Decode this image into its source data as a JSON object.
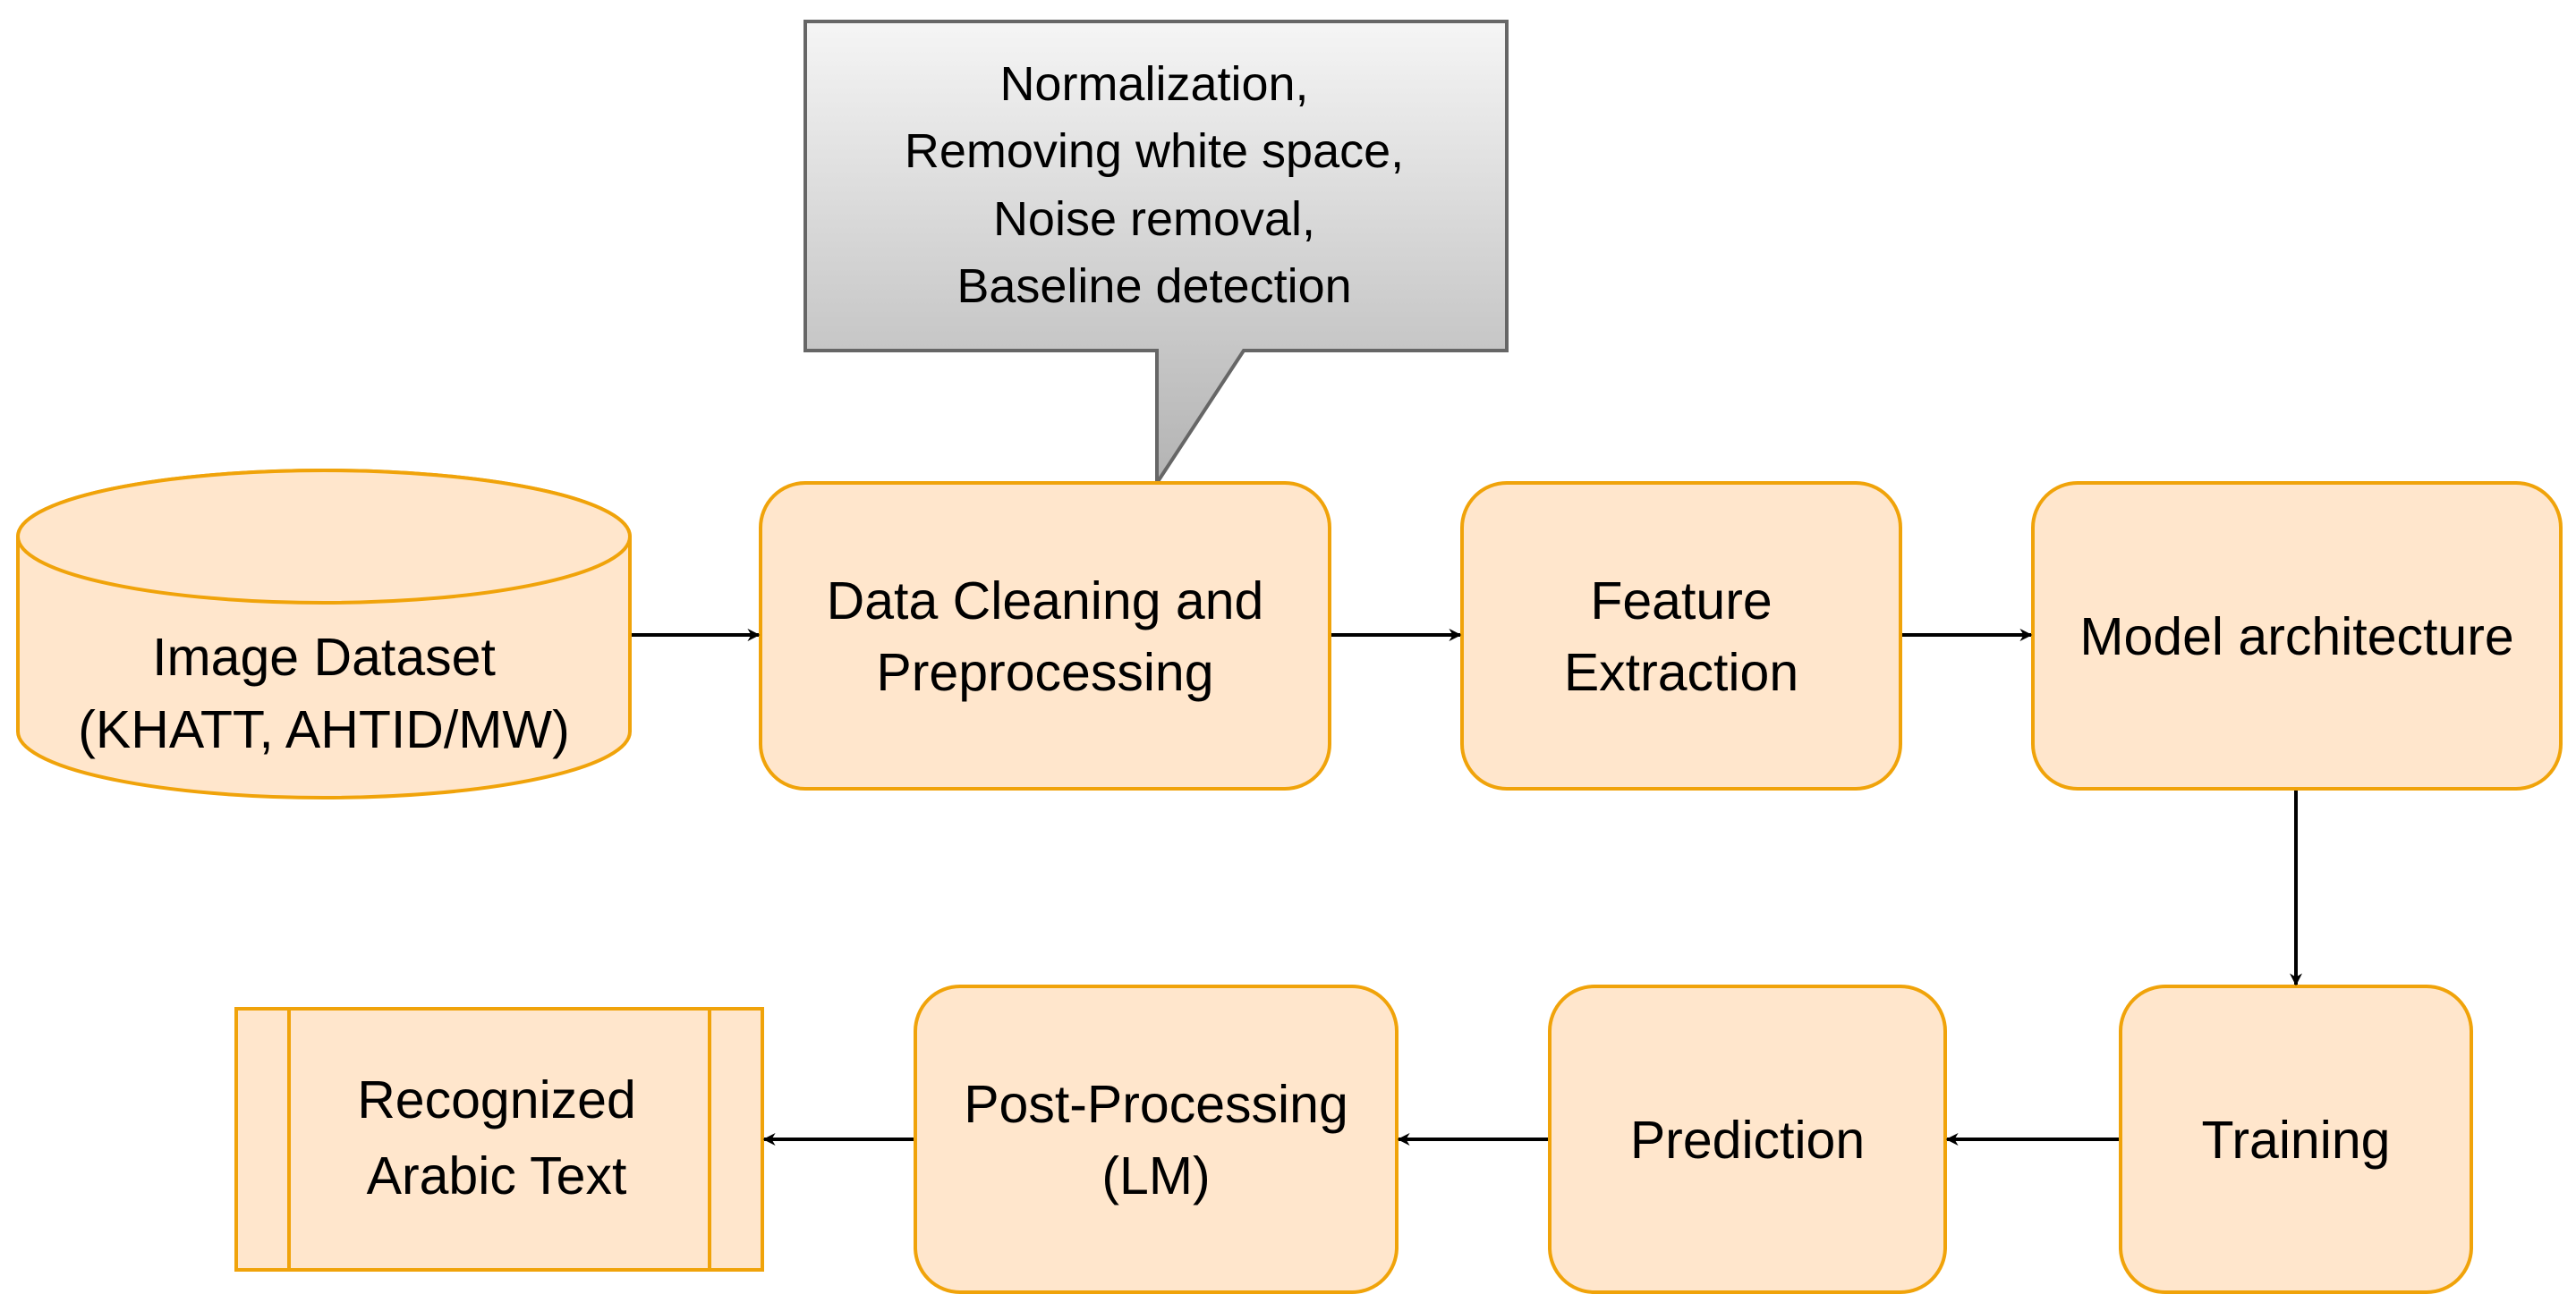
{
  "colors": {
    "node_fill": "#FFE6CC",
    "node_stroke": "#F0A30A",
    "arrow": "#000000",
    "callout_fill_top": "#F5F5F5",
    "callout_fill_bottom": "#B3B3B3",
    "callout_stroke": "#666666"
  },
  "nodes": {
    "image_dataset": {
      "shape": "cylinder",
      "line1": "Image Dataset",
      "line2": "(KHATT, AHTID/MW)"
    },
    "data_cleaning": {
      "shape": "rounded-rectangle",
      "line1": "Data Cleaning and",
      "line2": "Preprocessing"
    },
    "feature_extraction": {
      "shape": "rounded-rectangle",
      "line1": "Feature",
      "line2": "Extraction"
    },
    "model_architecture": {
      "shape": "rounded-rectangle",
      "line1": "Model architecture"
    },
    "training": {
      "shape": "rounded-rectangle",
      "line1": "Training"
    },
    "prediction": {
      "shape": "rounded-rectangle",
      "line1": "Prediction"
    },
    "post_processing": {
      "shape": "rounded-rectangle",
      "line1": "Post-Processing",
      "line2": "(LM)"
    },
    "recognized_text": {
      "shape": "process",
      "line1": "Recognized",
      "line2": "Arabic Text"
    }
  },
  "callout": {
    "attached_to": "data_cleaning",
    "lines": [
      "Normalization,",
      "Removing white space,",
      "Noise removal,",
      "Baseline detection"
    ]
  },
  "edges": [
    {
      "from": "image_dataset",
      "to": "data_cleaning"
    },
    {
      "from": "data_cleaning",
      "to": "feature_extraction"
    },
    {
      "from": "feature_extraction",
      "to": "model_architecture"
    },
    {
      "from": "model_architecture",
      "to": "training"
    },
    {
      "from": "training",
      "to": "prediction"
    },
    {
      "from": "prediction",
      "to": "post_processing"
    },
    {
      "from": "post_processing",
      "to": "recognized_text"
    }
  ]
}
